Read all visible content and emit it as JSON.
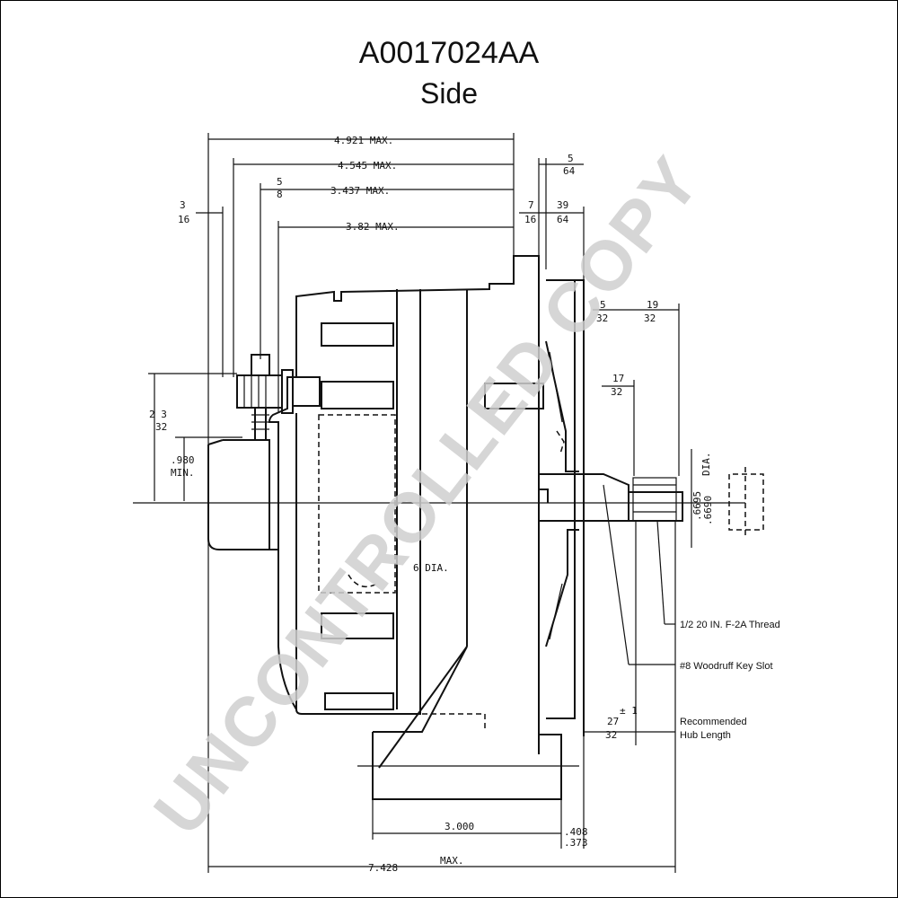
{
  "header": {
    "title": "A0017024AA",
    "subtitle": "Side"
  },
  "dimensions": {
    "d4921": "4.921 MAX.",
    "d4545": "4.545 MAX.",
    "d3437": "3.437 MAX.",
    "d382": "3.82 MAX.",
    "d7428": "7.428",
    "max": "MAX.",
    "d3000": "3.000",
    "d980": ".980",
    "min": "MIN.",
    "frac_3": "3",
    "frac_16": "16",
    "frac_5": "5",
    "frac_8": "8",
    "frac_7": "7",
    "frac_39": "39",
    "frac_64": "64",
    "frac_17": "17",
    "frac_32": "32",
    "frac_19": "19",
    "frac_2_3": "2 3",
    "frac_27": "27",
    "frac_pm": "± 1",
    "dia": "DIA.",
    "dia2": "6 DIA.",
    "d408": ".408",
    "d373": ".373",
    "d6695": ".6695",
    "d6690": ".6690"
  },
  "notes": {
    "thread": "1/2 20 IN. F-2A Thread",
    "key_slot": "#8 Woodruff Key Slot",
    "hub_length_line1": "Recommended",
    "hub_length_line2": "Hub Length"
  },
  "watermark": "UNCONTROLLED COPY"
}
